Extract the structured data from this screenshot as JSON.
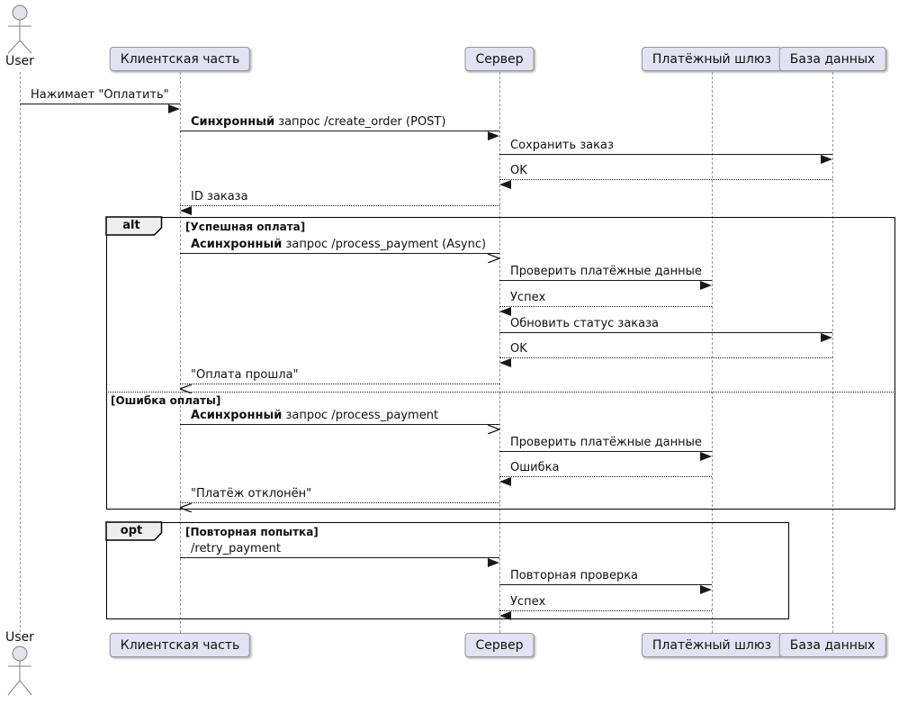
{
  "diagram": {
    "actor": {
      "name": "User"
    },
    "participants": [
      {
        "id": "client",
        "label": "Клиентская часть"
      },
      {
        "id": "server",
        "label": "Сервер"
      },
      {
        "id": "gateway",
        "label": "Платёжный шлюз"
      },
      {
        "id": "db",
        "label": "База данных"
      }
    ],
    "messages": [
      {
        "from": "user",
        "to": "client",
        "line": "solid",
        "head": "filled",
        "text": "Нажимает \"Оплатить\""
      },
      {
        "from": "client",
        "to": "server",
        "line": "solid",
        "head": "filled",
        "bold": "Синхронный",
        "text": " запрос /create_order (POST)"
      },
      {
        "from": "server",
        "to": "db",
        "line": "solid",
        "head": "filled",
        "text": "Сохранить заказ"
      },
      {
        "from": "db",
        "to": "server",
        "line": "dotted",
        "head": "filled",
        "text": "OK"
      },
      {
        "from": "server",
        "to": "client",
        "line": "dotted",
        "head": "filled",
        "text": "ID заказа"
      },
      {
        "from": "client",
        "to": "server",
        "line": "solid",
        "head": "open",
        "bold": "Асинхронный",
        "text": " запрос /process_payment (Async)"
      },
      {
        "from": "server",
        "to": "gateway",
        "line": "solid",
        "head": "filled",
        "text": "Проверить платёжные данные"
      },
      {
        "from": "gateway",
        "to": "server",
        "line": "dotted",
        "head": "filled",
        "text": "Успех"
      },
      {
        "from": "server",
        "to": "db",
        "line": "solid",
        "head": "filled",
        "text": "Обновить статус заказа"
      },
      {
        "from": "db",
        "to": "server",
        "line": "dotted",
        "head": "filled",
        "text": "OK"
      },
      {
        "from": "server",
        "to": "client",
        "line": "dotted",
        "head": "open",
        "text": "\"Оплата прошла\""
      },
      {
        "from": "client",
        "to": "server",
        "line": "solid",
        "head": "open",
        "bold": "Асинхронный",
        "text": " запрос /process_payment"
      },
      {
        "from": "server",
        "to": "gateway",
        "line": "solid",
        "head": "filled",
        "text": "Проверить платёжные данные"
      },
      {
        "from": "gateway",
        "to": "server",
        "line": "dotted",
        "head": "filled",
        "text": "Ошибка"
      },
      {
        "from": "server",
        "to": "client",
        "line": "dotted",
        "head": "open",
        "text": "\"Платёж отклонён\""
      },
      {
        "from": "client",
        "to": "server",
        "line": "solid",
        "head": "filled",
        "text": "/retry_payment"
      },
      {
        "from": "server",
        "to": "gateway",
        "line": "solid",
        "head": "filled",
        "text": "Повторная проверка"
      },
      {
        "from": "gateway",
        "to": "server",
        "line": "dotted",
        "head": "filled",
        "text": "Успех"
      }
    ],
    "frames": [
      {
        "tag": "alt",
        "conditions": [
          "[Успешная оплата]",
          "[Ошибка оплаты]"
        ]
      },
      {
        "tag": "opt",
        "conditions": [
          "[Повторная попытка]"
        ]
      }
    ],
    "colors": {
      "participant_fill": "#E2E2F0",
      "participant_border": "#9595a5",
      "lifeline": "#999999",
      "line": "#181818",
      "frame_border": "#000000",
      "frame_tag_fill": "#EEEEEE"
    }
  }
}
